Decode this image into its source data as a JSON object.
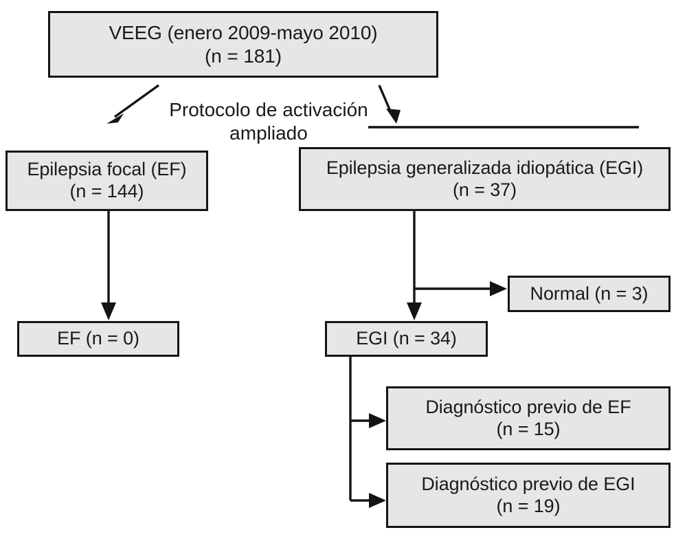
{
  "diagram": {
    "title_text": "VEEG (enero 2009-mayo 2010)\n(n = 181)",
    "background_color": "#ffffff",
    "box_fill_color": "#e6e6e6",
    "box_border_color": "#141414",
    "text_color": "#1a1a1a",
    "nodes": {
      "veeg": "VEEG (enero 2009-mayo 2010)\n(n = 181)",
      "epilepsia_focal": "Epilepsia focal (EF)\n(n = 144)",
      "epilepsia_generalizada": "Epilepsia generalizada idiopática (EGI)\n(n = 37)",
      "normal": "Normal (n = 3)",
      "ef_resultado": "EF (n = 0)",
      "egi_resultado": "EGI (n = 34)",
      "diag_previo_ef": "Diagnóstico previo de EF\n(n = 15)",
      "diag_previo_egi": "Diagnóstico previo de EGI\n(n = 19)"
    },
    "edges": {
      "protocolo_label": "Protocolo de activación\nampliado"
    }
  }
}
